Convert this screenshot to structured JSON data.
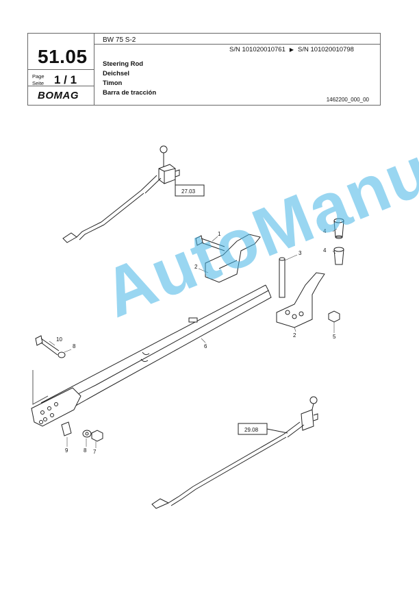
{
  "header": {
    "model": "BW 75 S-2",
    "serial_from": "S/N 101020010761",
    "serial_arrow": "▶",
    "serial_to": "S/N 101020010798",
    "page_number": "51.05",
    "page_label_en": "Page",
    "page_label_de": "Seite",
    "page_value": "1 / 1",
    "logo": "BOMAG",
    "title_en": "Steering Rod",
    "title_de": "Deichsel",
    "title_it": "Timon",
    "title_es": "Barra de tracción",
    "drawing_code": "1462200_000_00"
  },
  "diagram": {
    "ref_top": "27.03",
    "ref_bottom": "29.08",
    "labels": {
      "p1": "1",
      "p2a": "2",
      "p2b": "2",
      "p3": "3",
      "p4a": "4",
      "p4b": "4",
      "p5": "5",
      "p6": "6",
      "p7": "7",
      "p8a": "8",
      "p8b": "8",
      "p9": "9",
      "p10": "10"
    }
  },
  "watermark": "AutoManual"
}
